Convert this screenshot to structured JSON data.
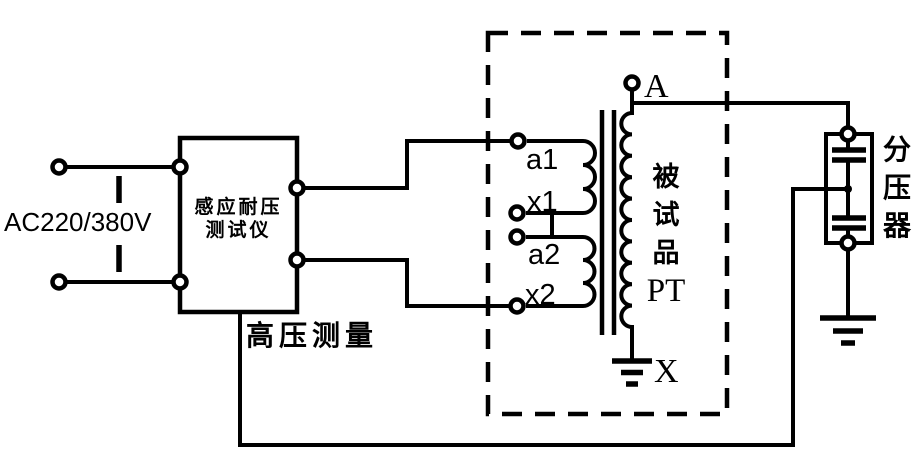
{
  "colors": {
    "ink": "#000000",
    "paper": "#ffffff"
  },
  "ac_source": {
    "label": "AC220/380V"
  },
  "tester": {
    "name_line1": "感应耐压",
    "name_line2": "测试仪",
    "measure_label": "高压测量"
  },
  "test_object": {
    "terminal_a1": "a1",
    "terminal_x1": "x1",
    "terminal_a2": "a2",
    "terminal_x2": "x2",
    "terminal_hv_top": "A",
    "terminal_hv_bottom": "X",
    "name_char1": "被",
    "name_char2": "试",
    "name_char3": "品",
    "name_suffix": "PT"
  },
  "divider": {
    "name_char1": "分",
    "name_char2": "压",
    "name_char3": "器"
  }
}
